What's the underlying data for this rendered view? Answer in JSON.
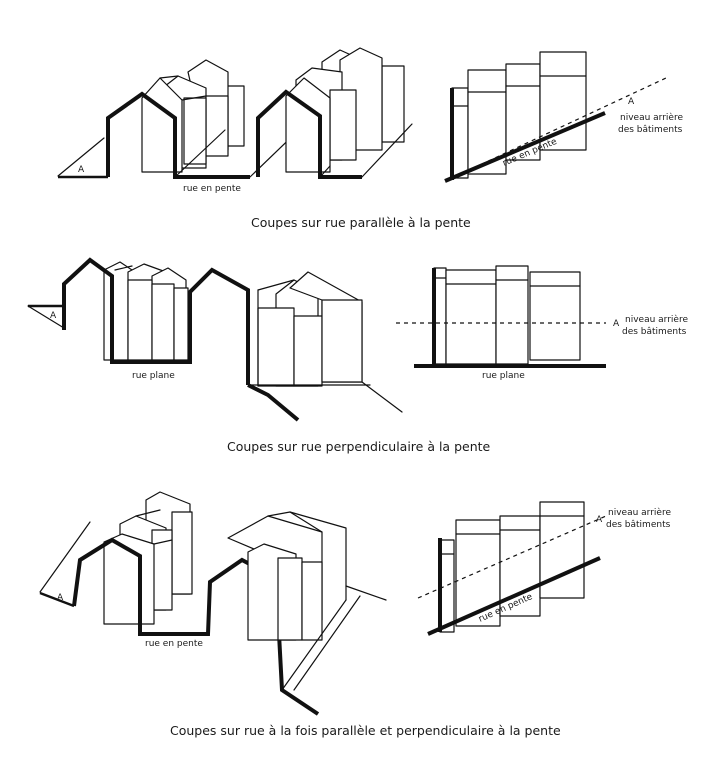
{
  "sections": [
    {
      "caption": "Coupes sur rue parallèle à la pente",
      "perspective_street_label": "rue en pente",
      "perspective_point_label": "A",
      "elevation_street_label": "rue en pente",
      "elevation_point_label": "A",
      "elevation_level_label": [
        "niveau arrière",
        "des bâtiments"
      ]
    },
    {
      "caption": "Coupes sur rue perpendiculaire à la pente",
      "perspective_street_label": "rue plane",
      "perspective_point_label": "A",
      "elevation_street_label": "rue plane",
      "elevation_point_label": "A",
      "elevation_level_label": [
        "niveau arrière",
        "des bâtiments"
      ]
    },
    {
      "caption": "Coupes sur rue à la fois parallèle et perpendiculaire à la pente",
      "perspective_street_label": "rue en pente",
      "perspective_point_label": "A",
      "elevation_street_label": "rue en pente",
      "elevation_point_label": "A",
      "elevation_level_label": [
        "niveau arrière",
        "des bâtiments"
      ]
    }
  ]
}
